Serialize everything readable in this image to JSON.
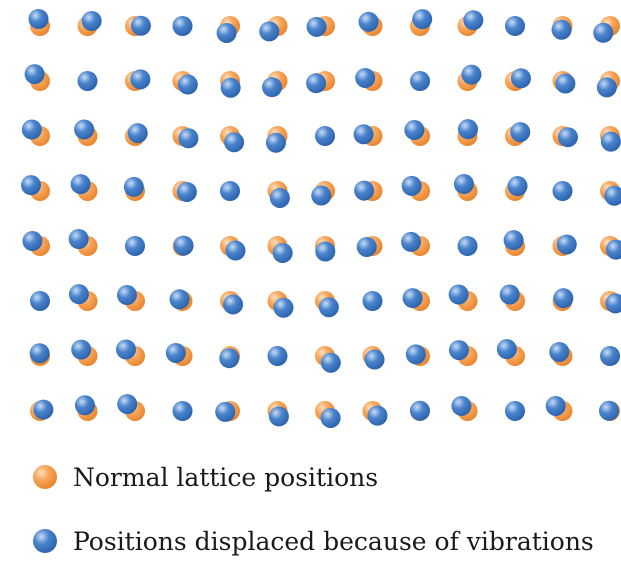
{
  "legend": {
    "normal_label": "Normal lattice positions",
    "displaced_label": "Positions displaced because of vibrations"
  },
  "colors": {
    "normal_fill": "#f8a55a",
    "normal_highlight": "#fde0c0",
    "displaced_fill": "#4a84cd",
    "displaced_highlight": "#c8dcf5"
  },
  "lattice": {
    "rows": 8,
    "columns": 13,
    "description_icon": "sphere"
  }
}
